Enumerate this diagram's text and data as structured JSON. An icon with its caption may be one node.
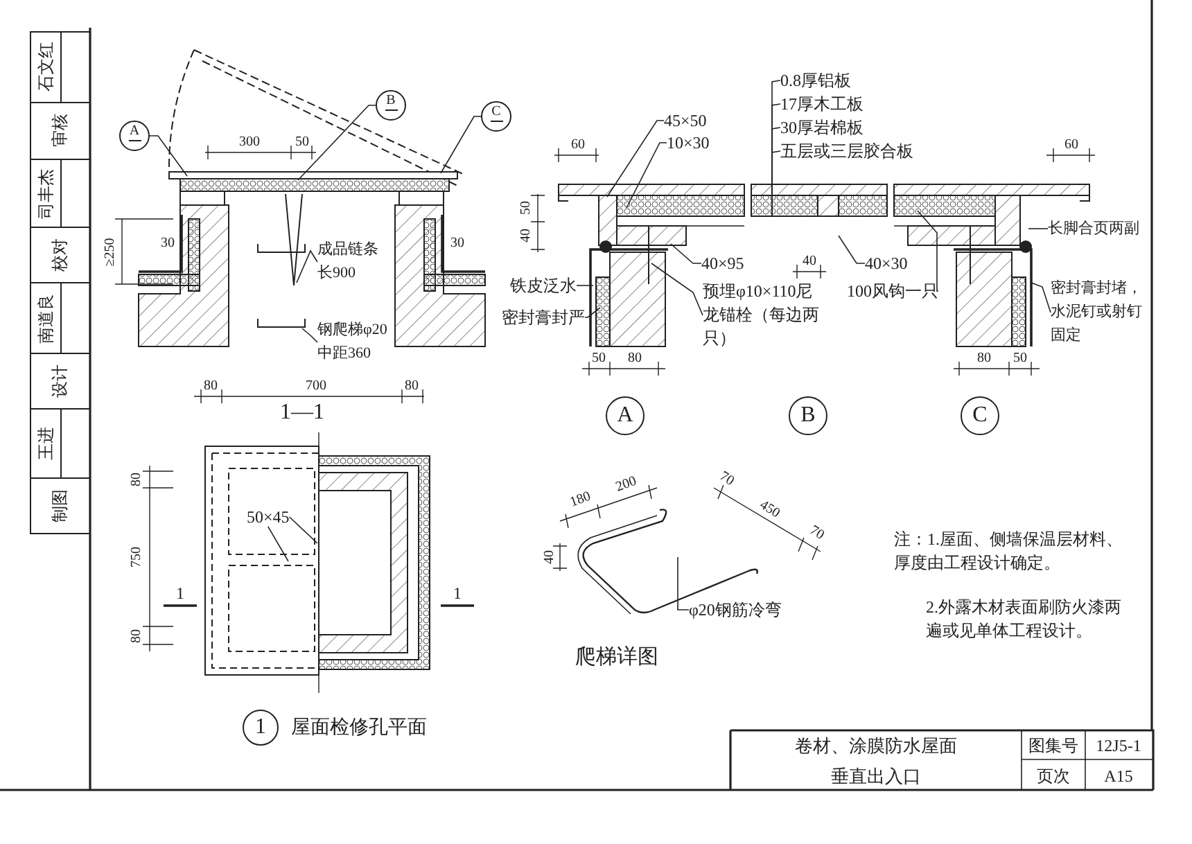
{
  "diagram": {
    "nodes": [
      {
        "text": [
          "A"
        ]
      },
      {
        "text": [
          "B"
        ]
      },
      {
        "text": [
          "C"
        ]
      },
      {
        "text": [
          "成品链条长900"
        ]
      },
      {
        "text": [
          "钢爬梯φ20中距360"
        ]
      },
      {
        "text": [
          "0.8厚铝板"
        ]
      },
      {
        "text": [
          "17厚木工板"
        ]
      },
      {
        "text": [
          "30厚岩棉板"
        ]
      },
      {
        "text": [
          "五层或三层胶合板"
        ]
      },
      {
        "text": [
          "45×50"
        ]
      },
      {
        "text": [
          "10×30"
        ]
      },
      {
        "text": [
          "40×95"
        ]
      },
      {
        "text": [
          "预埋φ10×110尼龙锚栓（每边两只）"
        ]
      },
      {
        "text": [
          "铁皮泛水"
        ]
      },
      {
        "text": [
          "密封膏封严"
        ]
      },
      {
        "text": [
          "40×30"
        ]
      },
      {
        "text": [
          "100风钩一只"
        ]
      },
      {
        "text": [
          "长脚合页两副"
        ]
      },
      {
        "text": [
          "密封膏封堵，水泥钉或射钉固定"
        ]
      },
      {
        "text": [
          "50×45"
        ]
      },
      {
        "text": [
          "φ20钢筋冷弯"
        ]
      },
      {
        "text": [
          "A"
        ]
      },
      {
        "text": [
          "B"
        ]
      },
      {
        "text": [
          "C"
        ]
      },
      {
        "text": [
          "1"
        ],
        "beside": [
          "屋面检修孔平面"
        ]
      }
    ],
    "edges": [
      {
        "from": 0,
        "to": null,
        "arrow": "none"
      },
      {
        "from": 1,
        "to": null,
        "arrow": "none"
      },
      {
        "from": 2,
        "to": null,
        "arrow": "none"
      },
      {
        "from": 3,
        "to": null,
        "arrow": "none"
      },
      {
        "from": 4,
        "to": null,
        "arrow": "none"
      },
      {
        "from": 5,
        "to": null,
        "arrow": "none"
      },
      {
        "from": 6,
        "to": null,
        "arrow": "none"
      },
      {
        "from": 7,
        "to": null,
        "arrow": "none"
      },
      {
        "from": 8,
        "to": null,
        "arrow": "none"
      },
      {
        "from": 9,
        "to": null,
        "arrow": "none"
      },
      {
        "from": 10,
        "to": null,
        "arrow": "none"
      },
      {
        "from": 11,
        "to": null,
        "arrow": "none"
      },
      {
        "from": 12,
        "to": null,
        "arrow": "none"
      },
      {
        "from": 13,
        "to": null,
        "arrow": "none"
      },
      {
        "from": 14,
        "to": null,
        "arrow": "none"
      },
      {
        "from": 15,
        "to": null,
        "arrow": "none"
      },
      {
        "from": 16,
        "to": null,
        "arrow": "none"
      },
      {
        "from": 17,
        "to": null,
        "arrow": "none"
      },
      {
        "from": 18,
        "to": null,
        "arrow": "none"
      },
      {
        "from": 19,
        "to": null,
        "arrow": "none"
      },
      {
        "from": 19,
        "to": null,
        "arrow": "none"
      },
      {
        "from": 20,
        "to": null,
        "arrow": "none"
      }
    ],
    "labels": [
      "石文红",
      "审核",
      "司丰杰",
      "校对",
      "南道良",
      "设计",
      "王进",
      "制图",
      "300",
      "50",
      "≥250",
      "30",
      "30",
      "80",
      "700",
      "80",
      "1—1",
      "60",
      "50",
      "40",
      "40",
      "60",
      "50",
      "80",
      "80",
      "50",
      "80",
      "750",
      "80",
      "1",
      "1",
      "180",
      "200",
      "70",
      "450",
      "70",
      "40",
      "爬梯详图",
      "注：1.屋面、侧墙保温层材料、厚度由工程设计确定。",
      "2.外露木材表面刷防火漆两遍或见单体工程设计。",
      "卷材、涂膜防水屋面",
      "图集号",
      "12J5-1",
      "垂直出入口",
      "页次",
      "A15"
    ]
  }
}
